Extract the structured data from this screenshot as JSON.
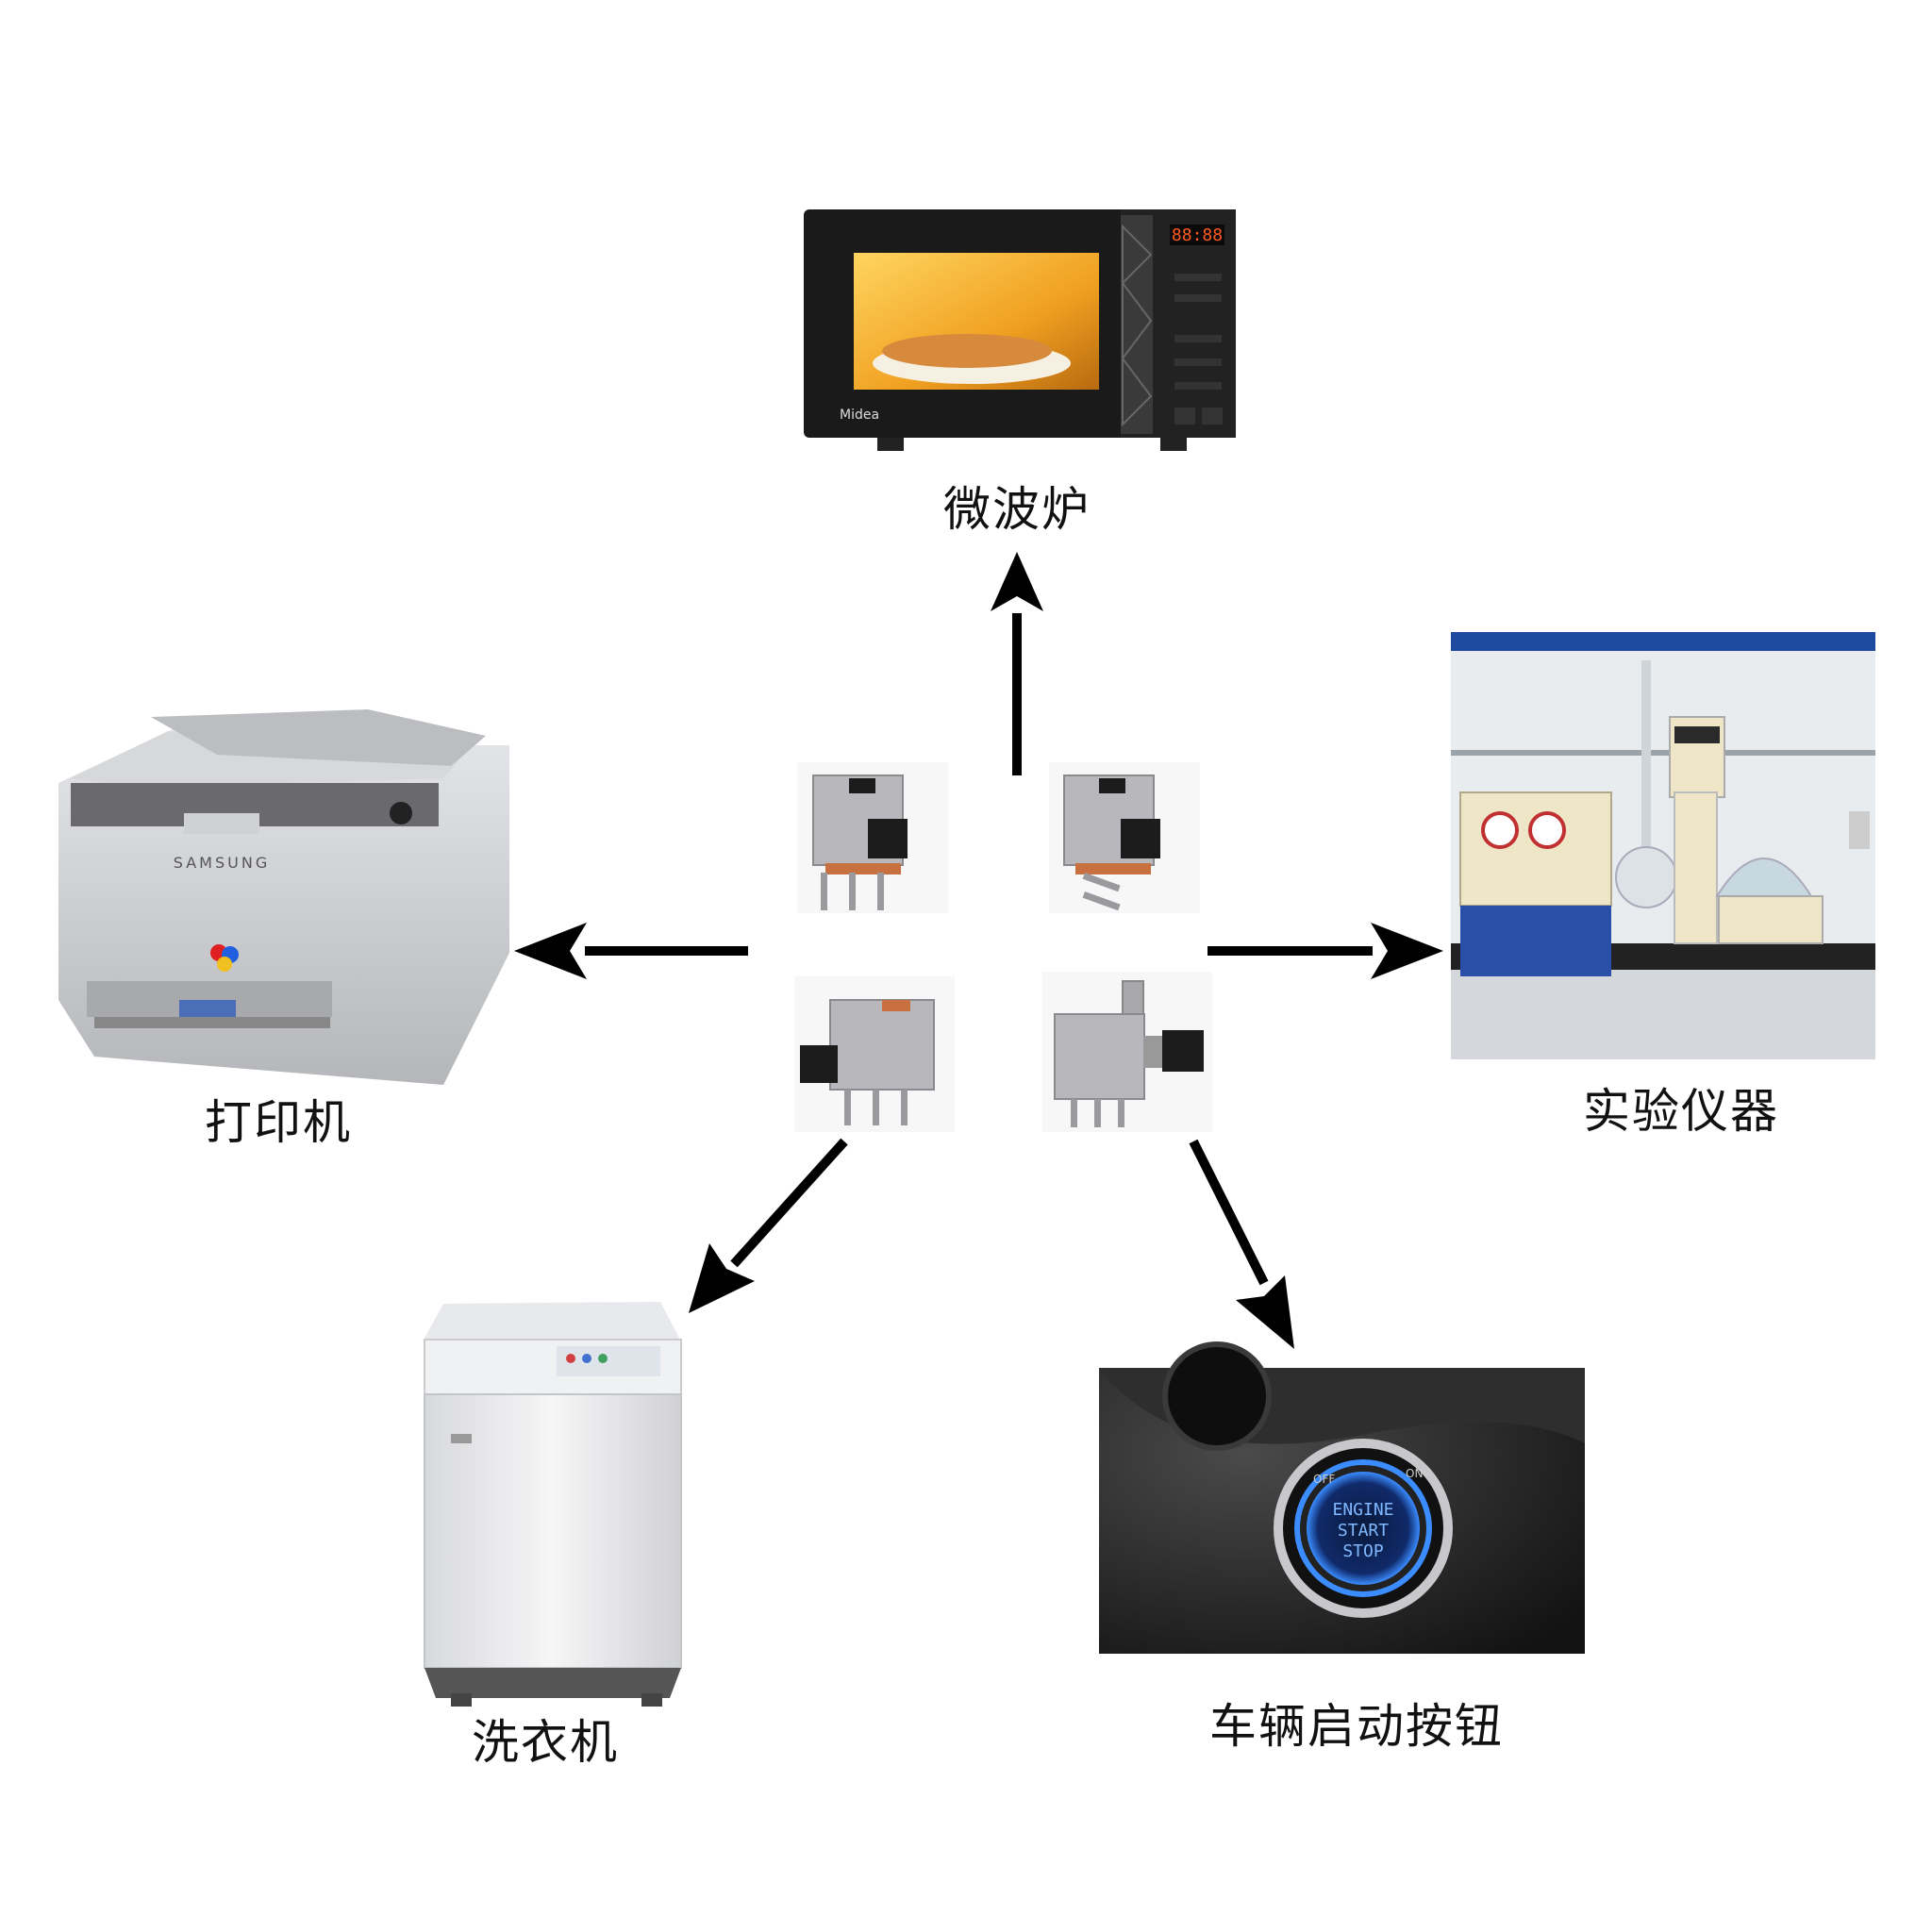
{
  "labels": {
    "microwave": "微波炉",
    "printer": "打印机",
    "lab": "实验仪器",
    "washer": "洗衣机",
    "car_button": "车辆启动按钮"
  },
  "microwave": {
    "brand": "Midea",
    "display": "88:88"
  },
  "printer": {
    "brand": "SAMSUNG"
  },
  "car_button": {
    "line1": "ENGINE",
    "line2": "START",
    "line3": "STOP",
    "ring_on": "ON",
    "ring_off": "OFF"
  },
  "colors": {
    "arrow": "#000000",
    "microwave_body": "#1a1a1a",
    "microwave_window": "#f0a020",
    "printer_body": "#c8c9cc",
    "lab_wall": "#e8ecef",
    "lab_pump": "#2a4fa8",
    "dash": "#202020",
    "button_glow": "#3a8cff",
    "switch_metal": "#b8b8bc",
    "switch_black": "#1c1c1c",
    "switch_orange": "#c87040"
  }
}
